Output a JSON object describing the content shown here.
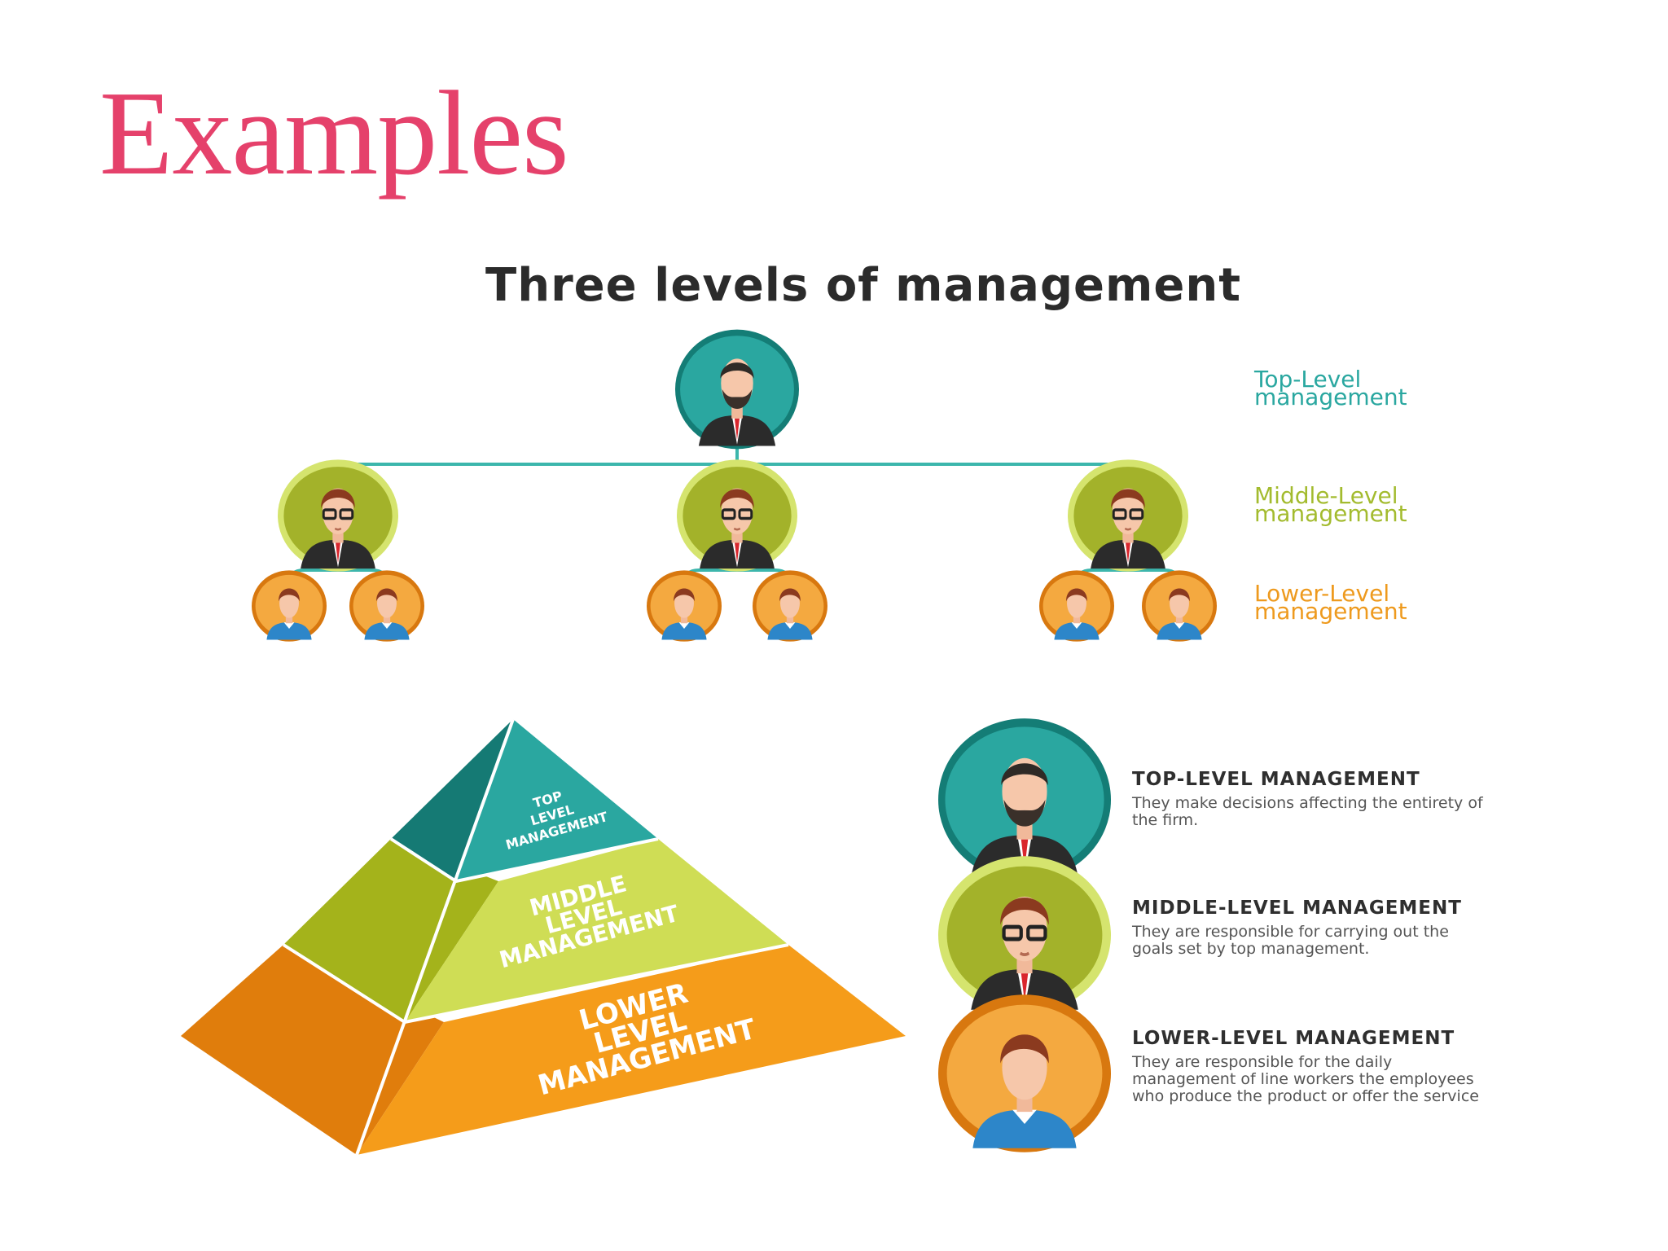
{
  "slide": {
    "title": "Examples"
  },
  "infographic": {
    "title": "Three levels of management",
    "org_chart": {
      "levels": [
        {
          "line1": "Top-Level",
          "line2": "management",
          "color": "#2aa7a0"
        },
        {
          "line1": "Middle-Level",
          "line2": "management",
          "color": "#a3bb2e"
        },
        {
          "line1": "Lower-Level",
          "line2": "management",
          "color": "#ee9a1e"
        }
      ]
    },
    "pyramid": {
      "top": [
        "TOP",
        "LEVEL",
        "MANAGEMENT"
      ],
      "middle": [
        "MIDDLE",
        "LEVEL",
        "MANAGEMENT"
      ],
      "lower": [
        "LOWER",
        "LEVEL",
        "MANAGEMENT"
      ]
    },
    "descriptions": [
      {
        "title": "TOP-LEVEL MANAGEMENT",
        "text": "They make decisions affecting the entirety of the firm."
      },
      {
        "title": "MIDDLE-LEVEL MANAGEMENT",
        "text": "They are responsible for carrying out the goals set by top management."
      },
      {
        "title": "LOWER-LEVEL MANAGEMENT",
        "text": "They are responsible for the daily management of line workers the employees who produce the product or offer the service"
      }
    ]
  }
}
